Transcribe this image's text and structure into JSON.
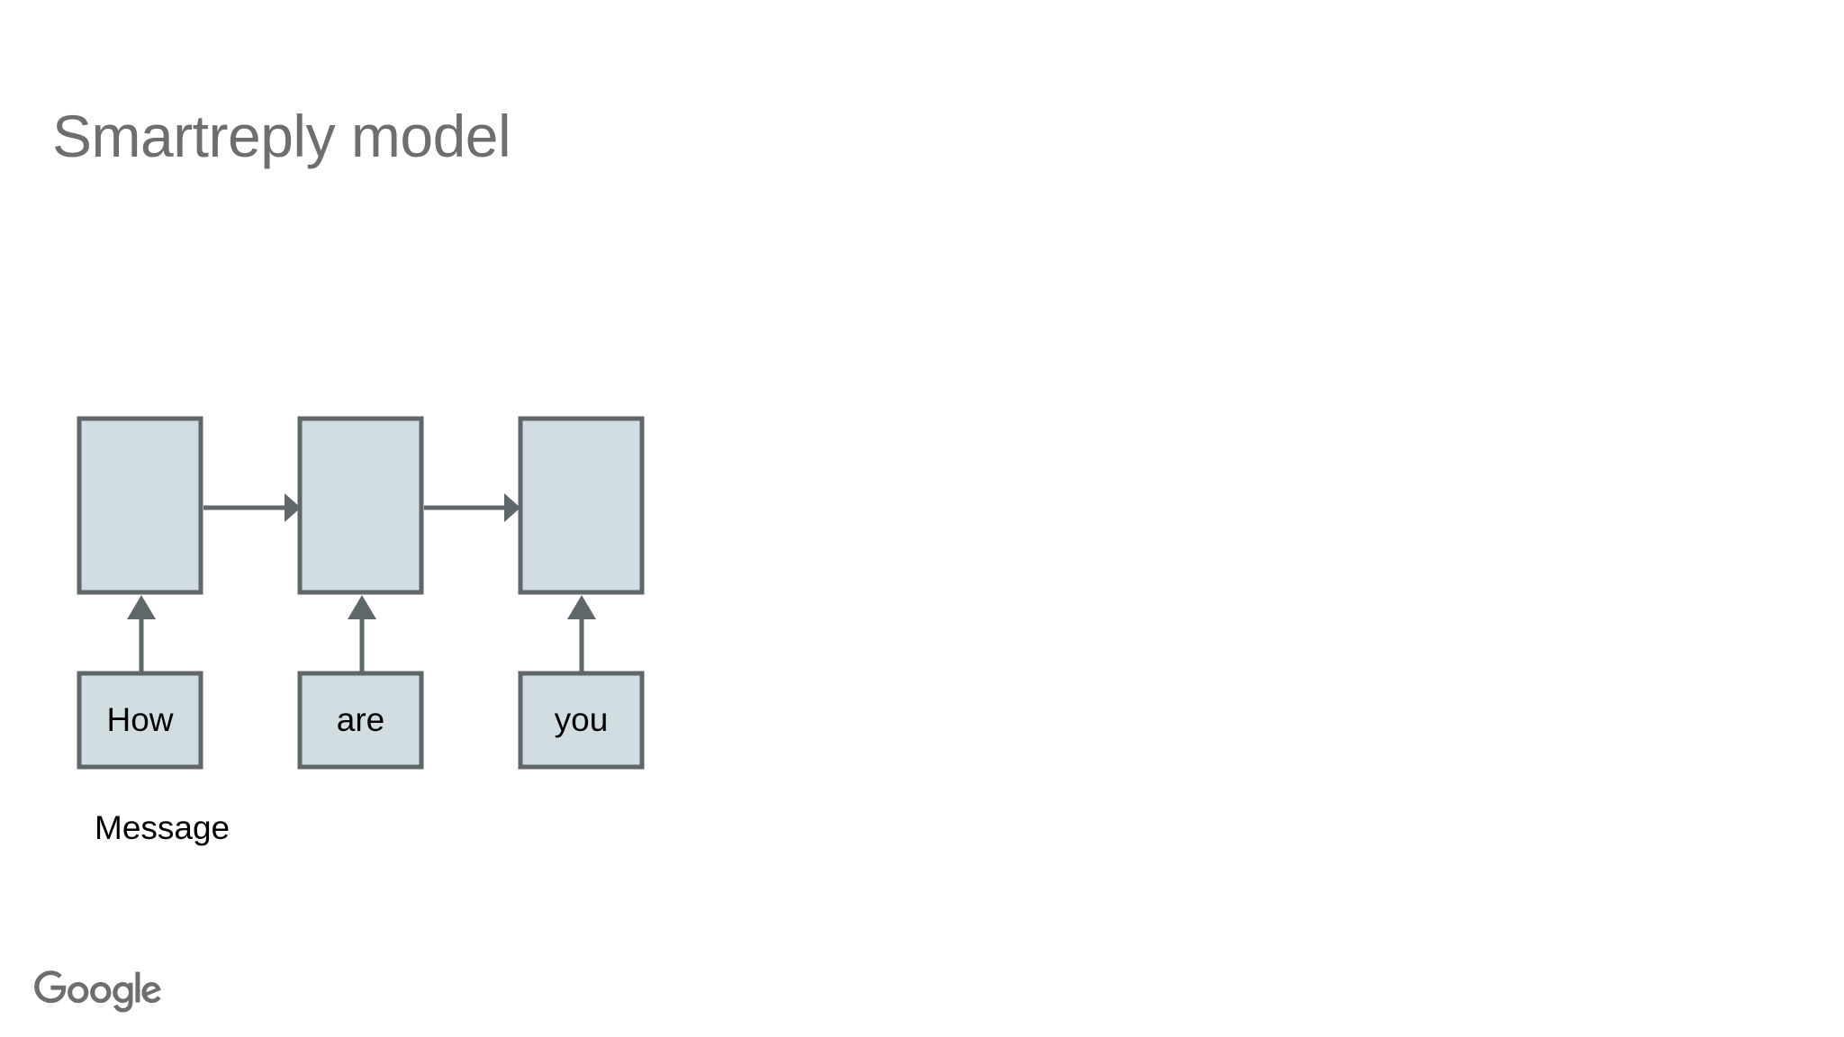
{
  "slide": {
    "title": "Smartreply model",
    "background_color": "#ffffff",
    "title_color": "#6e6e6e"
  },
  "theme": {
    "node_fill": "#d0dee2",
    "node_stroke": "#5f676b",
    "edge_color": "#5f676b",
    "label_color": "#000000",
    "logo_color": "#6e6e6e"
  },
  "diagram": {
    "name": "smartreply-encoder-rnn",
    "caption": "Message",
    "encoder_cells": [
      {
        "id": "cell-1",
        "label": ""
      },
      {
        "id": "cell-2",
        "label": ""
      },
      {
        "id": "cell-3",
        "label": ""
      }
    ],
    "input_tokens": [
      {
        "id": "token-1",
        "label": "How"
      },
      {
        "id": "token-2",
        "label": "are"
      },
      {
        "id": "token-3",
        "label": "you"
      }
    ]
  },
  "footer": {
    "logo_text": "Google"
  }
}
